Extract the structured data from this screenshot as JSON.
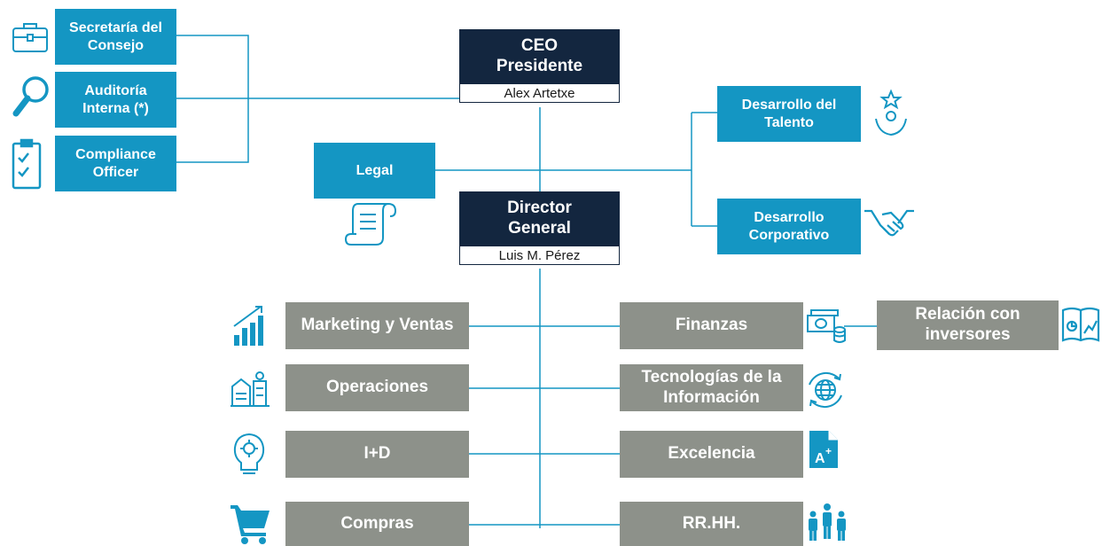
{
  "board_units": {
    "secretaria": "Secretaría del\nConsejo",
    "auditoria": "Auditoría\nInterna (*)",
    "compliance": "Compliance\nOfficer"
  },
  "ceo": {
    "title": "CEO\nPresidente",
    "name": "Alex Artetxe"
  },
  "legal": "Legal",
  "talento": "Desarrollo del\nTalento",
  "corporativo": "Desarrollo\nCorporativo",
  "director": {
    "title": "Director\nGeneral",
    "name": "Luis M. Pérez"
  },
  "left_departments": [
    "Marketing y Ventas",
    "Operaciones",
    "I+D",
    "Compras"
  ],
  "right_departments": [
    "Finanzas",
    "Tecnologías de la\nInformación",
    "Excelencia",
    "RR.HH."
  ],
  "inversores": "Relación con\ninversores",
  "colors": {
    "blue": "#1496c3",
    "gray": "#8d918a",
    "navy": "#13263f"
  },
  "icons": [
    "briefcase-icon",
    "magnifier-icon",
    "clipboard-check-icon",
    "scroll-icon",
    "star-person-icon",
    "handshake-icon",
    "bar-chart-icon",
    "factory-icon",
    "brain-gear-icon",
    "shopping-cart-icon",
    "money-coins-icon",
    "globe-refresh-icon",
    "grade-document-icon",
    "team-icon",
    "investor-report-icon"
  ]
}
